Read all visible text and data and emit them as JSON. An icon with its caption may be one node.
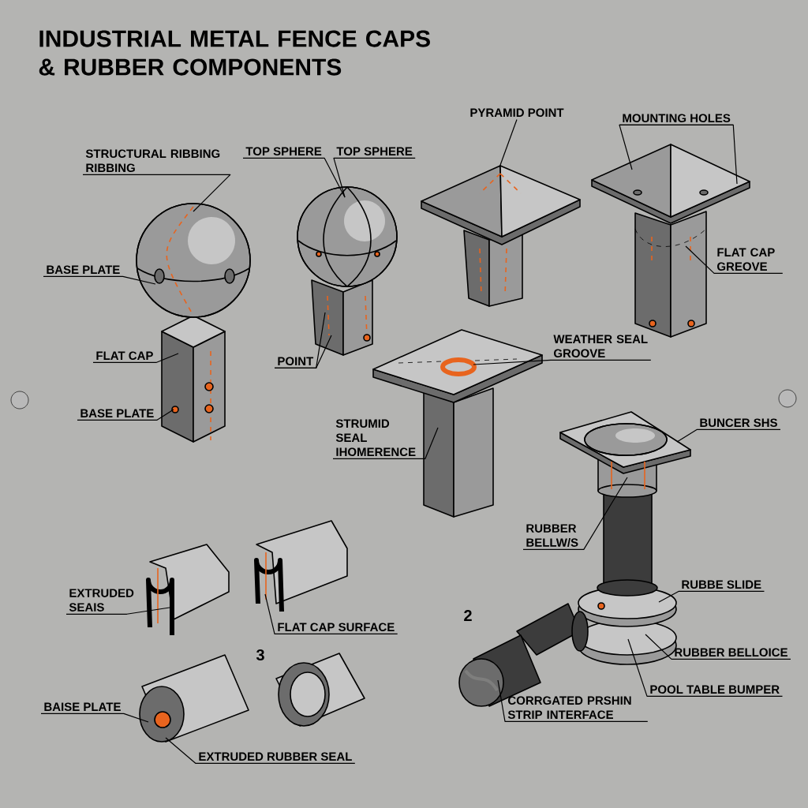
{
  "diagram": {
    "title": "INDUSTRIAL METAL FENCE CAPS & RUBBER COMPONENTS",
    "nodes": [
      {
        "text": [
          "STRUCTURAL RIBBING RIBBING"
        ]
      },
      {
        "text": [
          "TOP SPHERE"
        ]
      },
      {
        "text": [
          "TOP SPHERE"
        ]
      },
      {
        "text": [
          "BASE PLATE"
        ]
      },
      {
        "text": [
          "FLAT CAP"
        ]
      },
      {
        "text": [
          "BASE PLATE"
        ]
      },
      {
        "text": [
          "POINT"
        ]
      },
      {
        "text": [
          "PYRAMID POINT"
        ]
      },
      {
        "text": [
          "MOUNTING HOLES"
        ]
      },
      {
        "text": [
          "FLAT CAP GREOVE"
        ]
      },
      {
        "text": [
          "WEATHER SEAL GROOVE"
        ]
      },
      {
        "text": [
          "STRUMID SEAL IHOMERENCE"
        ]
      },
      {
        "text": [
          "BUNCER SHS"
        ]
      },
      {
        "text": [
          "RUBBER BELLW/S"
        ]
      },
      {
        "text": [
          "RUBBE SLIDE"
        ]
      },
      {
        "text": [
          "RUBBER BELLOICE"
        ]
      },
      {
        "text": [
          "POOL TABLE BUMPER"
        ]
      },
      {
        "text": [
          "CORRGATED PRSHIN STRIP INTERFACE"
        ]
      },
      {
        "text": [
          "EXTRUDED SEAIS"
        ]
      },
      {
        "text": [
          "FLAT CAP SURFACE"
        ]
      },
      {
        "text": [
          "BAISE PLATE"
        ]
      },
      {
        "text": [
          "EXTRUDED RUBBER SEAL"
        ]
      },
      {
        "text": [],
        "shape": "picture"
      },
      {
        "text": [],
        "shape": "picture"
      },
      {
        "text": [],
        "shape": "picture"
      },
      {
        "text": [],
        "shape": "picture"
      },
      {
        "text": [],
        "shape": "picture"
      },
      {
        "text": [],
        "shape": "picture"
      },
      {
        "text": [],
        "shape": "picture"
      },
      {
        "text": [],
        "shape": "picture"
      },
      {
        "text": [],
        "shape": "picture"
      },
      {
        "text": [],
        "shape": "picture"
      },
      {
        "text": [],
        "shape": "picture"
      }
    ],
    "edges": [
      {
        "from": 0,
        "to": 22,
        "arrow": "none"
      },
      {
        "from": 1,
        "to": 23,
        "arrow": "none"
      },
      {
        "from": 2,
        "to": 23,
        "arrow": "none"
      },
      {
        "from": 3,
        "to": 22,
        "arrow": "none"
      },
      {
        "from": 4,
        "to": 22,
        "arrow": "none"
      },
      {
        "from": 5,
        "to": 22,
        "arrow": "none"
      },
      {
        "from": 6,
        "to": 23,
        "arrow": "none"
      },
      {
        "from": 6,
        "to": 23,
        "arrow": "none"
      },
      {
        "from": 7,
        "to": 24,
        "arrow": "none"
      },
      {
        "from": 8,
        "to": 25,
        "arrow": "none"
      },
      {
        "from": 8,
        "to": 25,
        "arrow": "none"
      },
      {
        "from": 9,
        "to": 25,
        "arrow": "none"
      },
      {
        "from": 10,
        "to": 26,
        "arrow": "none"
      },
      {
        "from": 11,
        "to": 26,
        "arrow": "none"
      },
      {
        "from": 12,
        "to": 27,
        "arrow": "none"
      },
      {
        "from": 13,
        "to": 27,
        "arrow": "none"
      },
      {
        "from": 14,
        "to": 27,
        "arrow": "none"
      },
      {
        "from": 15,
        "to": 27,
        "arrow": "none"
      },
      {
        "from": 16,
        "to": 27,
        "arrow": "none"
      },
      {
        "from": 17,
        "to": 28,
        "arrow": "none"
      },
      {
        "from": 18,
        "to": 29,
        "arrow": "none"
      },
      {
        "from": 19,
        "to": 30,
        "arrow": "none"
      },
      {
        "from": 20,
        "to": 31,
        "arrow": "none"
      },
      {
        "from": 21,
        "to": 31,
        "arrow": "none"
      }
    ],
    "labels": [
      "2",
      "3"
    ]
  }
}
